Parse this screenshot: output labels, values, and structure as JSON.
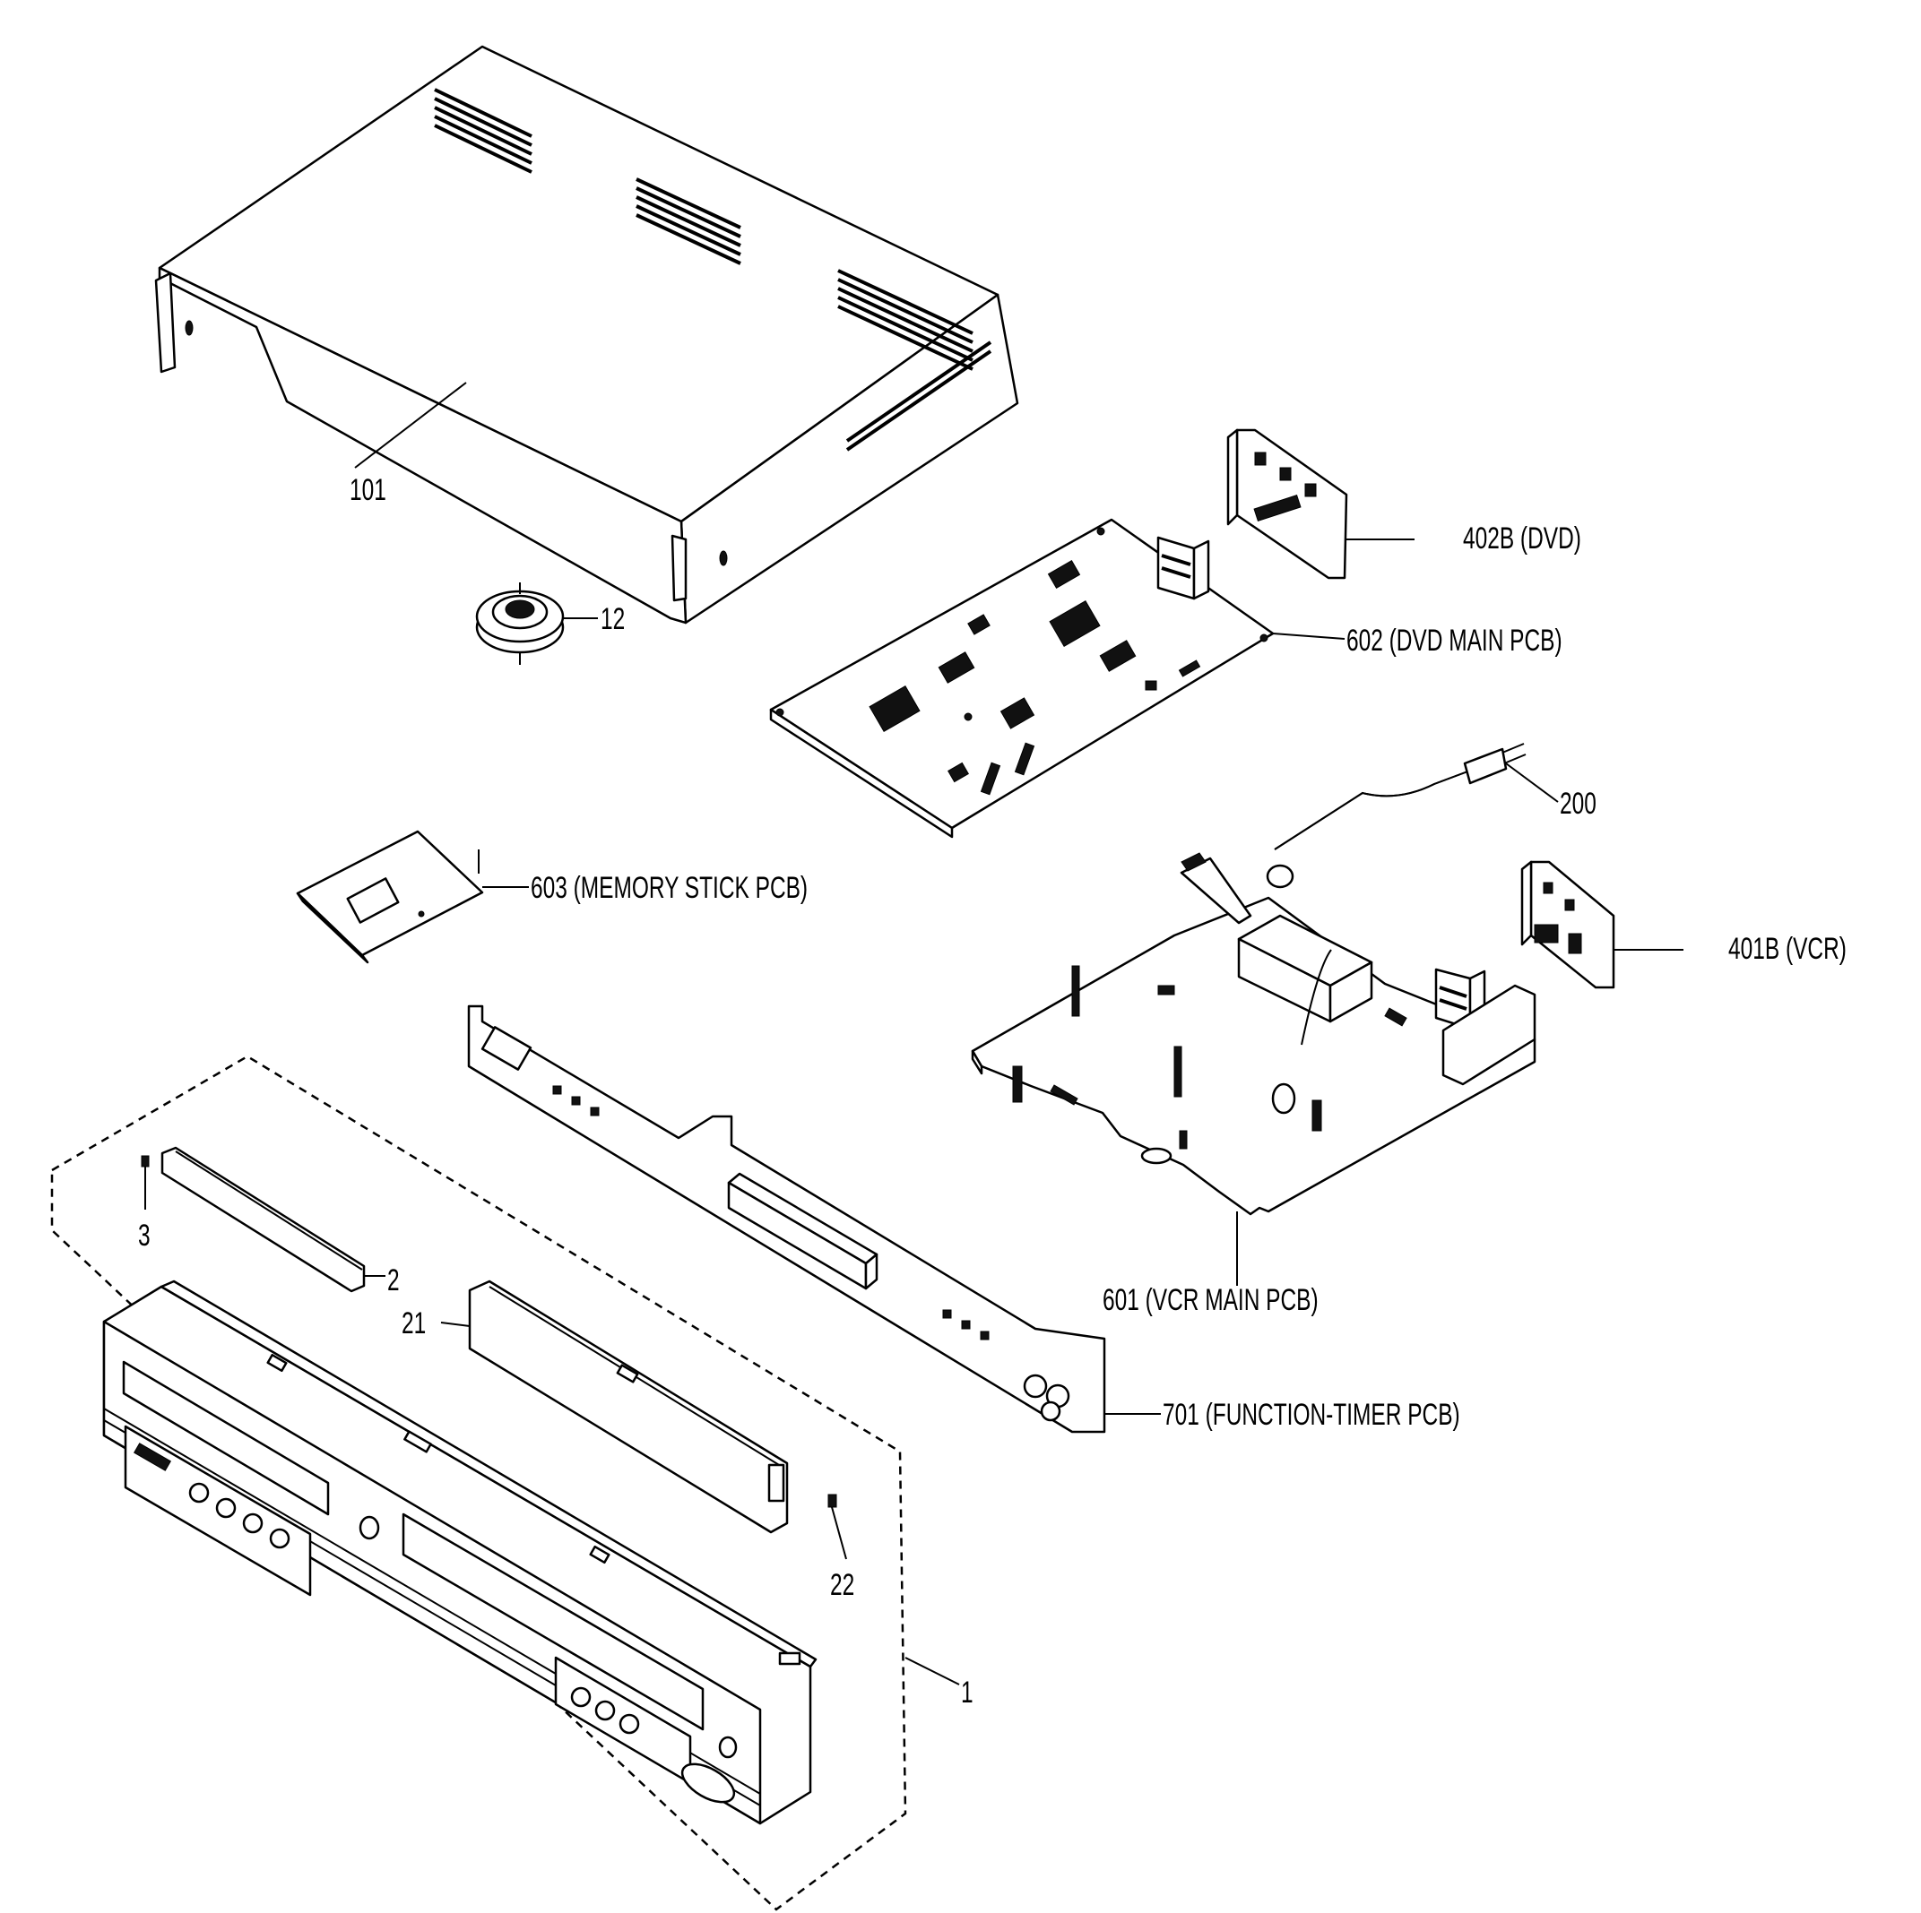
{
  "labels": {
    "top_cover": "101",
    "clamper": "12",
    "dvd_jack_pcb": "402B (DVD)",
    "dvd_main_pcb": "602 (DVD MAIN PCB)",
    "ac_cord": "200",
    "memory_stick_pcb": "603 (MEMORY STICK PCB)",
    "vcr_jack_pcb": "401B (VCR)",
    "screw_3": "3",
    "window_2": "2",
    "part_21": "21",
    "vcr_main_pcb": "601 (VCR MAIN PCB)",
    "function_timer_pcb": "701 (FUNCTION-TIMER PCB)",
    "screw_22": "22",
    "front_assembly": "1"
  }
}
